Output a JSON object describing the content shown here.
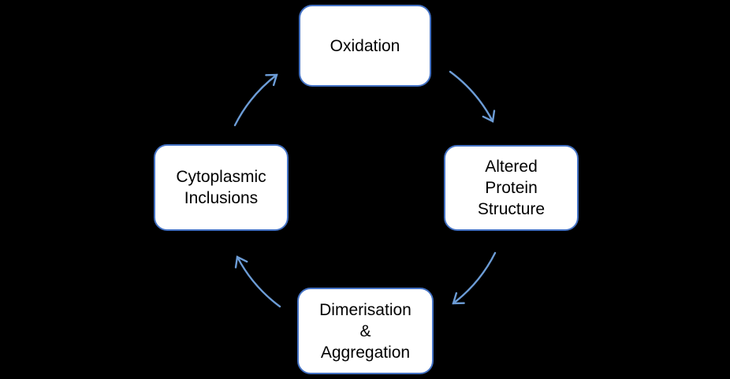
{
  "diagram": {
    "type": "cycle",
    "background_color": "#000000",
    "node_fill": "#FFFFFF",
    "node_border_color": "#4472C4",
    "node_text_color": "#000000",
    "arrow_color": "#6C9CD6",
    "nodes": [
      {
        "id": "oxidation",
        "position": "top",
        "lines": [
          "Oxidation"
        ]
      },
      {
        "id": "altered-protein-structure",
        "position": "right",
        "lines": [
          "Altered",
          "Protein",
          "Structure"
        ]
      },
      {
        "id": "dimerisation-aggregation",
        "position": "bottom",
        "lines": [
          "Dimerisation",
          "&",
          "Aggregation"
        ]
      },
      {
        "id": "cytoplasmic-inclusions",
        "position": "left",
        "lines": [
          "Cytoplasmic",
          "Inclusions"
        ]
      }
    ],
    "edges": [
      {
        "from": "oxidation",
        "to": "altered-protein-structure"
      },
      {
        "from": "altered-protein-structure",
        "to": "dimerisation-aggregation"
      },
      {
        "from": "dimerisation-aggregation",
        "to": "cytoplasmic-inclusions"
      },
      {
        "from": "cytoplasmic-inclusions",
        "to": "oxidation"
      }
    ]
  }
}
